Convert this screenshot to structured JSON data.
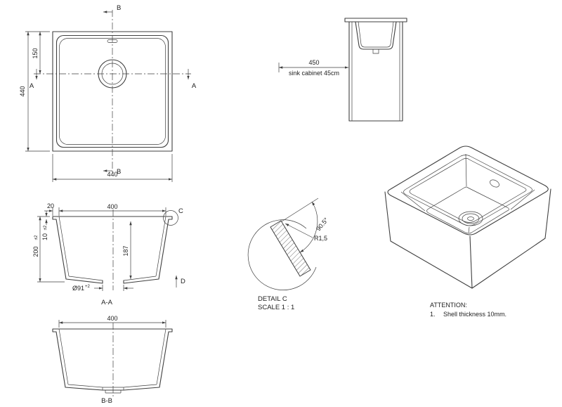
{
  "plan_view": {
    "dim_overall_width": "440",
    "dim_overall_height": "440",
    "dim_drain_from_top": "150",
    "section_label_b_top": "B",
    "section_label_b_bottom": "B",
    "section_label_a_left": "A",
    "section_label_a_right": "A"
  },
  "cabinet_view": {
    "dim_width": "450",
    "caption": "sink cabinet 45cm"
  },
  "section_aa": {
    "caption": "A-A",
    "dim_opening_width": "400",
    "dim_flange_width": "20",
    "dim_overall_depth": "200",
    "dim_overall_depth_tol": "±2",
    "dim_shell_thickness": "10",
    "dim_shell_thickness_tol": "±2",
    "dim_inner_depth": "187",
    "dim_drain_diameter": "Ø91",
    "dim_drain_diameter_tol": "+2",
    "detail_callout": "C",
    "view_arrow_label": "D"
  },
  "section_bb": {
    "caption": "B-B",
    "dim_opening_width": "400"
  },
  "detail_c": {
    "title": "DETAIL C",
    "scale": "SCALE 1 : 1",
    "radius_label": "R1,5",
    "angle_label": "90.5°"
  },
  "notes": {
    "title": "ATTENTION:",
    "item_1_number": "1.",
    "item_1_text": "Shell thickness 10mm."
  }
}
